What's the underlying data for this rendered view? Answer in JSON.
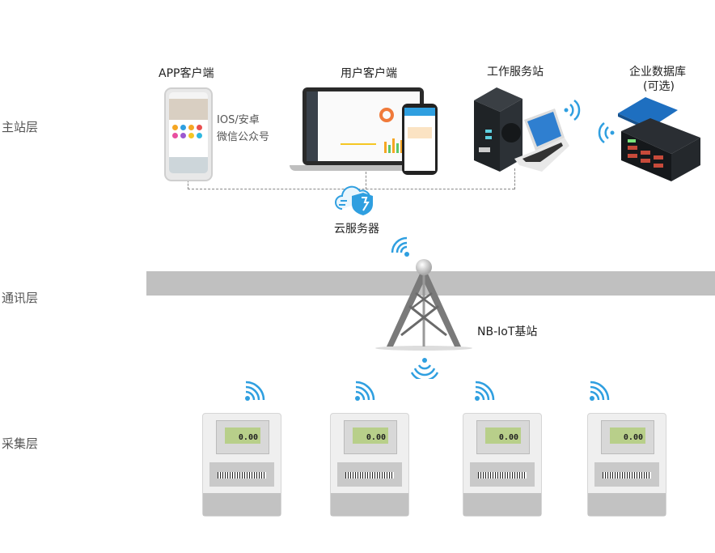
{
  "layers": {
    "master": "主站层",
    "comm": "通讯层",
    "collect": "采集层"
  },
  "app_client": {
    "title": "APP客户端",
    "platforms_line1": "IOS/安卓",
    "platforms_line2": "微信公众号"
  },
  "user_client": {
    "title": "用户客户端"
  },
  "workstation": {
    "title": "工作服务站"
  },
  "database": {
    "title_line1": "企业数据库",
    "title_line2": "(可选)"
  },
  "cloud": {
    "title": "云服务器"
  },
  "base_station": {
    "title": "NB-IoT基站"
  },
  "meters": [
    {
      "reading": "0.00"
    },
    {
      "reading": "0.00"
    },
    {
      "reading": "0.00"
    },
    {
      "reading": "0.00"
    }
  ],
  "colors": {
    "accent": "#2f9fe0",
    "bar": "#c0c0c0",
    "server": "#1f2326",
    "lcd": "#b8cf8a"
  },
  "icons": {
    "wifi": "wifi-icon",
    "cloud": "cloud-shield-icon",
    "tower": "tower-icon"
  }
}
